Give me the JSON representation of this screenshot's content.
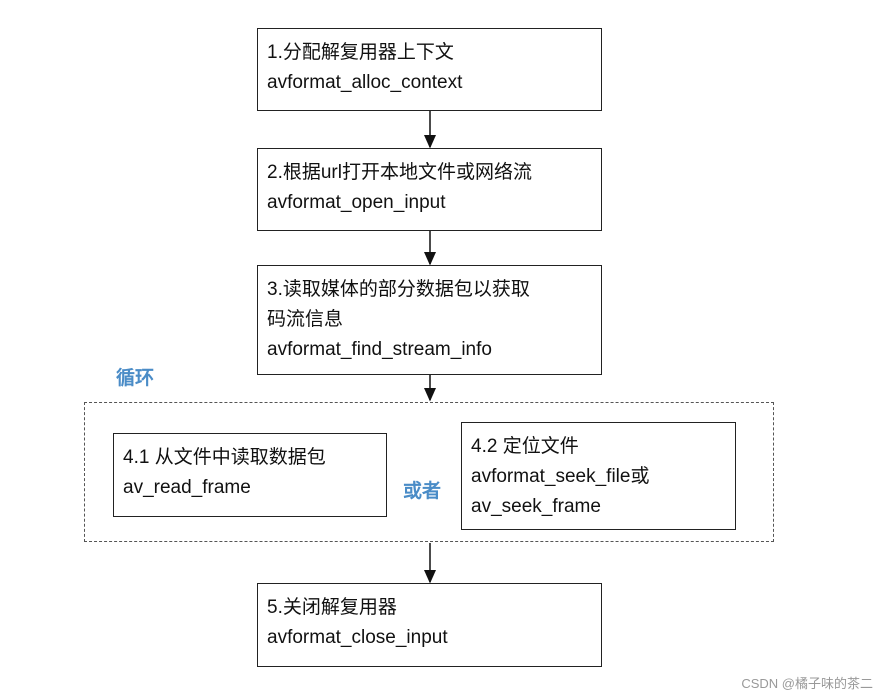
{
  "steps": [
    {
      "line1": "1.分配解复用器上下文",
      "line2": "avformat_alloc_context"
    },
    {
      "line1": "2.根据url打开本地文件或网络流",
      "line2": "avformat_open_input"
    },
    {
      "line1": "3.读取媒体的部分数据包以获取",
      "line2": "码流信息",
      "line3": "avformat_find_stream_info"
    },
    {
      "line1": "4.1 从文件中读取数据包",
      "line2": "av_read_frame"
    },
    {
      "line1": "4.2 定位文件",
      "line2": "avformat_seek_file或",
      "line3": "av_seek_frame"
    },
    {
      "line1": "5.关闭解复用器",
      "line2": "avformat_close_input"
    }
  ],
  "loop_label": "循环",
  "or_label": "或者",
  "watermark": "CSDN @橘子味的茶二",
  "colors": {
    "accent": "#4a8cc7",
    "border": "#222222"
  }
}
